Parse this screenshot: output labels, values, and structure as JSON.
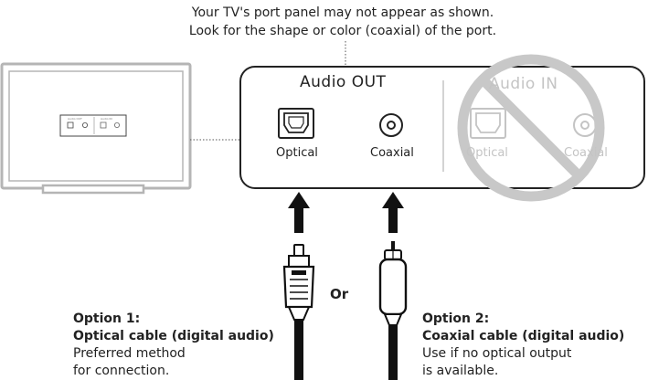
{
  "note": {
    "line1": "Your TV's port panel may not appear as shown.",
    "line2": "Look for the shape or color (coaxial) of the port."
  },
  "panel": {
    "out_title": "Audio OUT",
    "in_title": "Audio IN",
    "out_ports": [
      "Optical",
      "Coaxial"
    ],
    "in_ports": [
      "Optical",
      "Coaxial"
    ]
  },
  "tv_panel": {
    "out_title": "Audio OUT",
    "in_title": "Audio IN"
  },
  "connector_word": "Or",
  "option1": {
    "title": "Option 1:",
    "subtitle": "Optical cable (digital audio)",
    "desc1": "Preferred method",
    "desc2": "for connection."
  },
  "option2": {
    "title": "Option 2:",
    "subtitle": "Coaxial cable (digital audio)",
    "desc1": "Use if no optical output",
    "desc2": "is available."
  },
  "icons": {
    "tv": "tv-icon",
    "optical_port": "optical-port-icon",
    "coaxial_port": "coaxial-port-icon",
    "prohibited": "prohibited-icon",
    "optical_cable": "optical-cable-icon",
    "coaxial_cable": "coaxial-cable-icon",
    "arrow": "arrow-up-icon"
  },
  "colors": {
    "line": "#222222",
    "tv_frame": "#b5b5b5",
    "disabled": "#c4c4c4",
    "prohibited": "#c8c8c8"
  }
}
